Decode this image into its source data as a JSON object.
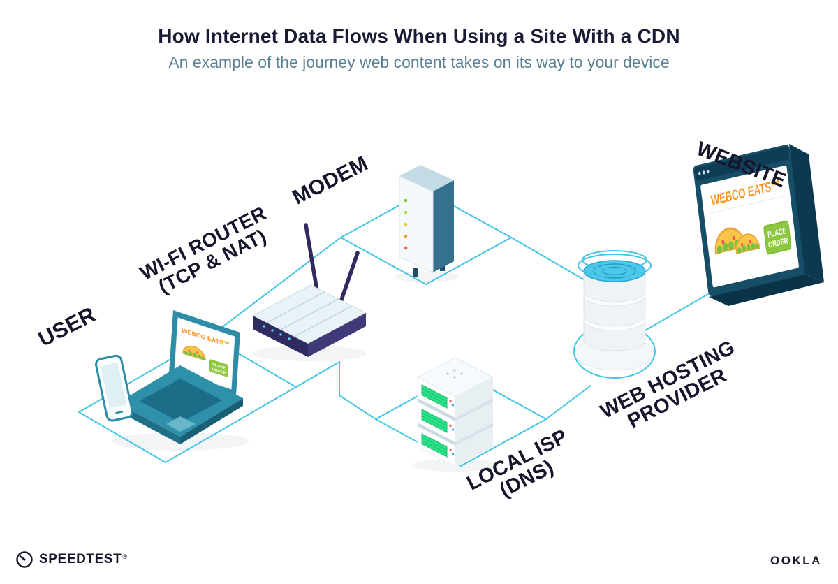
{
  "header": {
    "title": "How Internet Data Flows When Using a Site With a CDN",
    "subtitle": "An example of the journey web content takes on its way to your device"
  },
  "labels": {
    "user": {
      "text": "USER"
    },
    "router": {
      "line1": "WI-FI ROUTER",
      "line2": "(TCP & NAT)"
    },
    "modem": {
      "text": "MODEM"
    },
    "isp": {
      "line1": "LOCAL ISP",
      "line2": "(DNS)"
    },
    "hosting": {
      "line1": "WEB HOSTING",
      "line2": "PROVIDER"
    },
    "website": {
      "text": "WEBSITE"
    }
  },
  "screens": {
    "laptop": {
      "brand": "WEBCO EATS™",
      "button_line1": "PLACE",
      "button_line2": "ORDER"
    },
    "website": {
      "brand": "WEBCO EATS™",
      "button_line1": "PLACE",
      "button_line2": "ORDER"
    }
  },
  "footer": {
    "speedtest": "SPEEDTEST",
    "speedtest_mark": "®",
    "ookla": "OOKLA"
  },
  "colors": {
    "accent_cyan": "#45c5e6",
    "teal": "#2e8ca6",
    "dark_navy": "#15152b",
    "router_navy": "#2f2a60",
    "brand_orange": "#f7941d",
    "button_green": "#8dc63f",
    "server_green": "#2ce08a"
  }
}
